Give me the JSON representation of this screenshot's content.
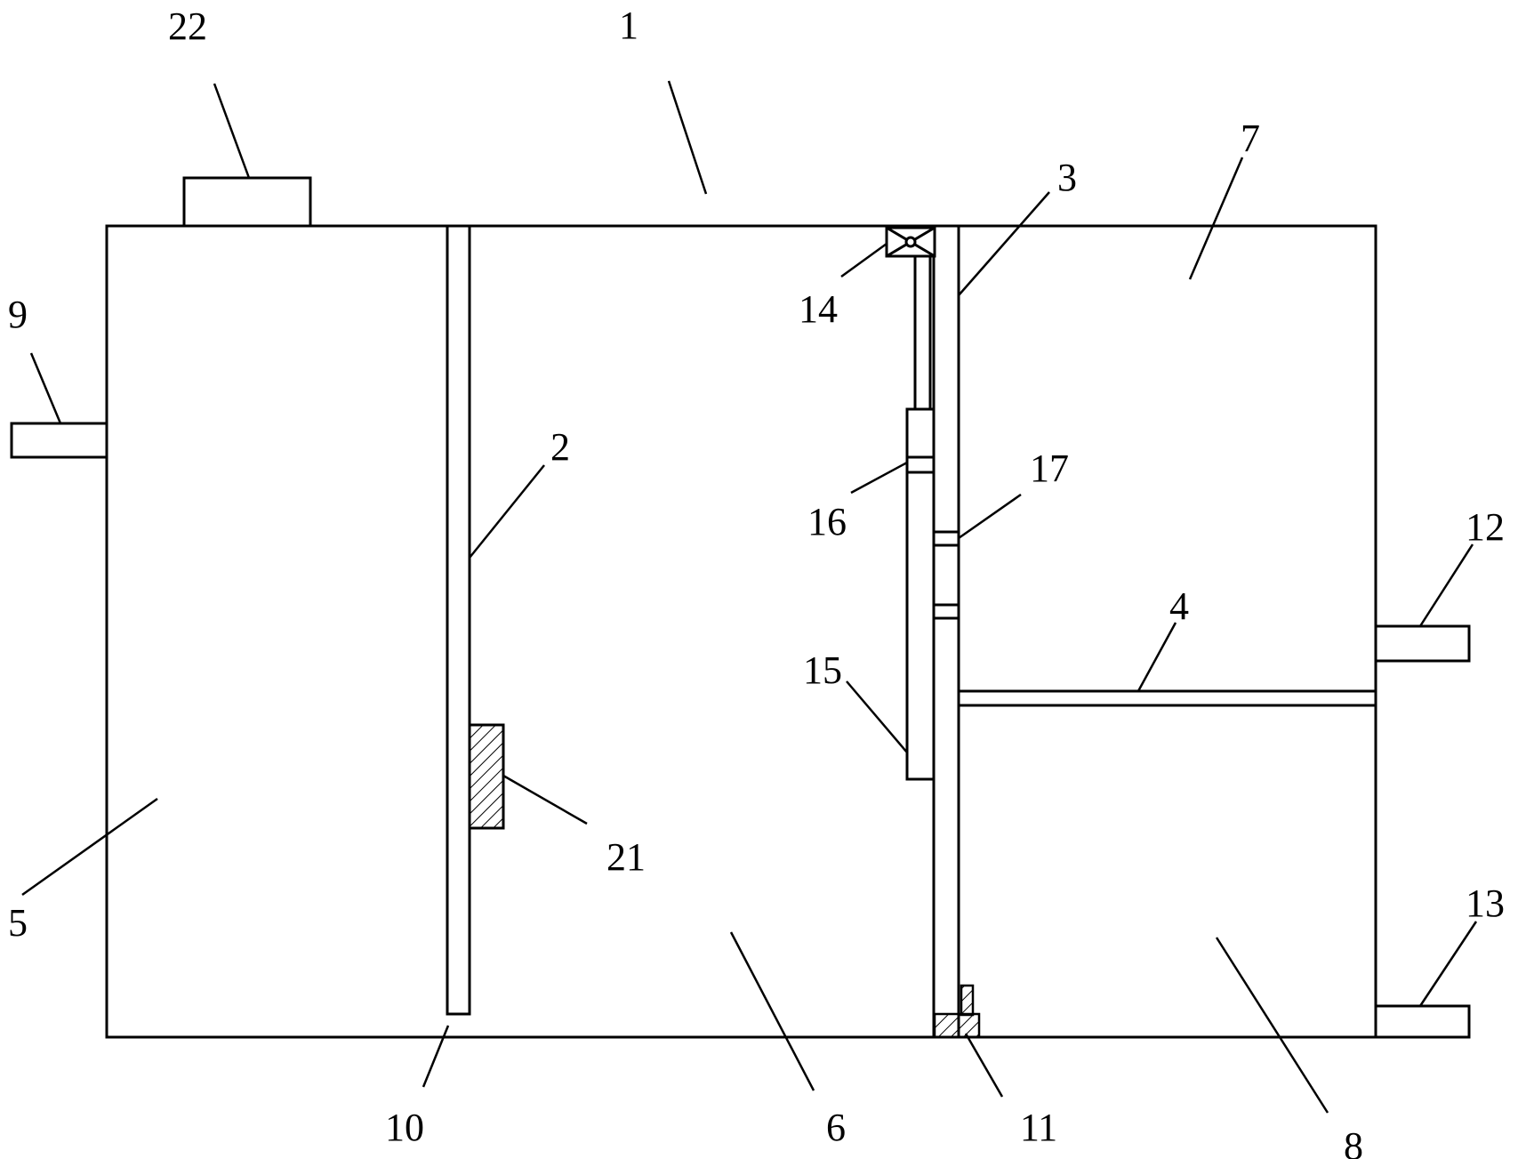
{
  "labels": {
    "l1": "1",
    "l2": "2",
    "l3": "3",
    "l4": "4",
    "l5": "5",
    "l6": "6",
    "l7": "7",
    "l8": "8",
    "l9": "9",
    "l10": "10",
    "l11": "11",
    "l12": "12",
    "l13": "13",
    "l14": "14",
    "l15": "15",
    "l16": "16",
    "l17": "17",
    "l21": "21",
    "l22": "22"
  }
}
